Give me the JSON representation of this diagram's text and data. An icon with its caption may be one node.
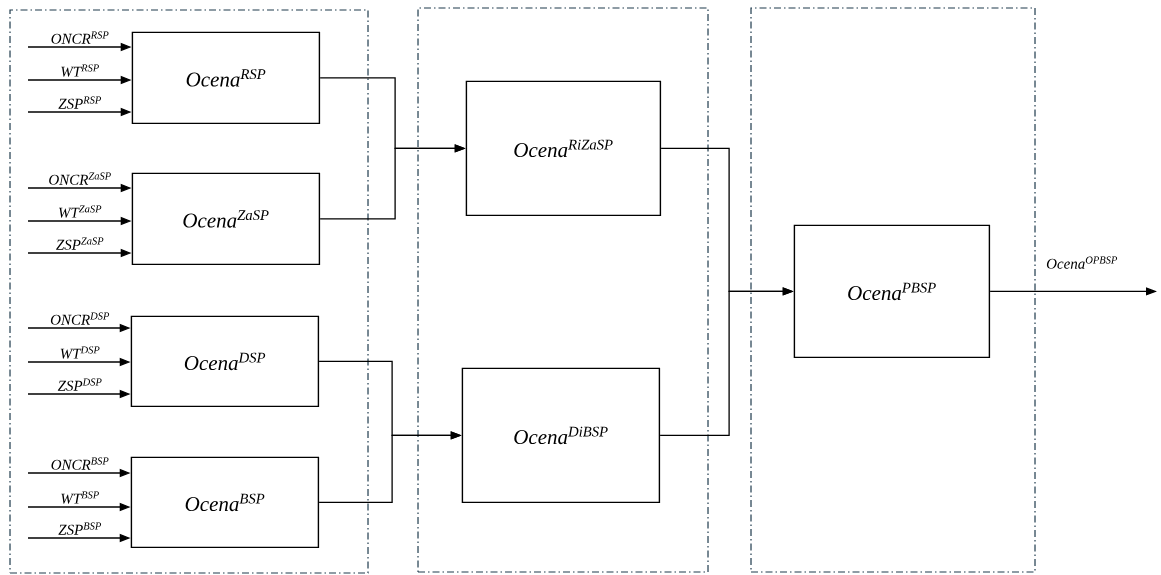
{
  "diagram": {
    "nodes": [
      {
        "text": [],
        "shape": "box"
      },
      {
        "text": [
          "Ocena$^{RSP}$"
        ],
        "in": 0
      },
      {
        "text": [
          "Ocena$^{ZaSP}$"
        ],
        "in": 0
      },
      {
        "text": [
          "Ocena$^{DSP}$"
        ],
        "in": 0
      },
      {
        "text": [
          "Ocena$^{BSP}$"
        ],
        "in": 0
      },
      {
        "text": [],
        "shape": "box"
      },
      {
        "text": [
          "Ocena$^{RiZaSP}$"
        ],
        "in": 5
      },
      {
        "text": [
          "Ocena$^{DiBSP}$"
        ],
        "in": 5
      },
      {
        "text": [],
        "shape": "box"
      },
      {
        "text": [
          "Ocena$^{PBSP}$"
        ],
        "in": 8
      }
    ],
    "edges": [
      {
        "from": null,
        "to": 1,
        "arrow": "to",
        "label": "ONCR$^{RSP}$"
      },
      {
        "from": null,
        "to": 1,
        "arrow": "to",
        "label": "WT$^{RSP}$"
      },
      {
        "from": null,
        "to": 1,
        "arrow": "to",
        "label": "ZSP$^{RSP}$"
      },
      {
        "from": null,
        "to": 2,
        "arrow": "to",
        "label": "ONCR$^{ZaSP}$"
      },
      {
        "from": null,
        "to": 2,
        "arrow": "to",
        "label": "WT$^{ZaSP}$"
      },
      {
        "from": null,
        "to": 2,
        "arrow": "to",
        "label": "ZSP$^{ZaSP}$"
      },
      {
        "from": null,
        "to": 3,
        "arrow": "to",
        "label": "ONCR$^{DSP}$"
      },
      {
        "from": null,
        "to": 3,
        "arrow": "to",
        "label": "WT$^{DSP}$"
      },
      {
        "from": null,
        "to": 3,
        "arrow": "to",
        "label": "ZSP$^{DSP}$"
      },
      {
        "from": null,
        "to": 4,
        "arrow": "to",
        "label": "ONCR$^{BSP}$"
      },
      {
        "from": null,
        "to": 4,
        "arrow": "to",
        "label": "WT$^{BSP}$"
      },
      {
        "from": null,
        "to": 4,
        "arrow": "to",
        "label": "ZSP$^{BSP}$"
      },
      {
        "from": 1,
        "to": 6,
        "arrow": "to"
      },
      {
        "from": 2,
        "to": 6,
        "arrow": "to"
      },
      {
        "from": 3,
        "to": 7,
        "arrow": "to"
      },
      {
        "from": 4,
        "to": 7,
        "arrow": "to"
      },
      {
        "from": 6,
        "to": 9,
        "arrow": "to"
      },
      {
        "from": 7,
        "to": 9,
        "arrow": "to"
      },
      {
        "from": 9,
        "to": null,
        "arrow": "to",
        "label": "Ocena$^{OPBSP}$"
      }
    ]
  }
}
